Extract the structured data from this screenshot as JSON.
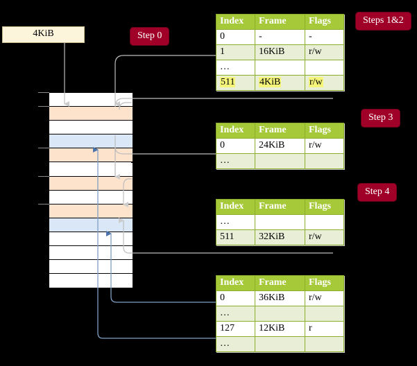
{
  "diagram": {
    "title_hidden": "",
    "source_box": {
      "label": "4KiB"
    },
    "badges": [
      {
        "name": "step-0",
        "label": "Step 0"
      },
      {
        "name": "steps-1-2",
        "label": "Steps 1&2"
      },
      {
        "name": "step-3",
        "label": "Step 3"
      },
      {
        "name": "step-4",
        "label": "Step 4"
      }
    ],
    "tables": [
      {
        "name": "page-table-level-4",
        "columns": [
          "Index",
          "Frame",
          "Flags"
        ],
        "rows": [
          {
            "cells": [
              "0",
              "-",
              "-"
            ],
            "shade": "odd",
            "highlight": false
          },
          {
            "cells": [
              "1",
              "16KiB",
              "r/w"
            ],
            "shade": "even",
            "highlight": false
          },
          {
            "cells": [
              "…",
              "",
              ""
            ],
            "shade": "odd",
            "highlight": false
          },
          {
            "cells": [
              "511",
              "4KiB",
              "r/w"
            ],
            "shade": "even",
            "highlight": true
          }
        ]
      },
      {
        "name": "page-table-level-3",
        "columns": [
          "Index",
          "Frame",
          "Flags"
        ],
        "rows": [
          {
            "cells": [
              "0",
              "24KiB",
              "r/w"
            ],
            "shade": "odd",
            "highlight": false
          },
          {
            "cells": [
              "…",
              "",
              ""
            ],
            "shade": "even",
            "highlight": false
          }
        ]
      },
      {
        "name": "page-table-level-2",
        "columns": [
          "Index",
          "Frame",
          "Flags"
        ],
        "rows": [
          {
            "cells": [
              "…",
              "",
              ""
            ],
            "shade": "odd",
            "highlight": false
          },
          {
            "cells": [
              "511",
              "32KiB",
              "r/w"
            ],
            "shade": "even",
            "highlight": false
          }
        ]
      },
      {
        "name": "page-table-level-1",
        "columns": [
          "Index",
          "Frame",
          "Flags"
        ],
        "rows": [
          {
            "cells": [
              "0",
              "36KiB",
              "r/w"
            ],
            "shade": "odd",
            "highlight": false
          },
          {
            "cells": [
              "…",
              "",
              ""
            ],
            "shade": "even",
            "highlight": false
          },
          {
            "cells": [
              "127",
              "12KiB",
              "r"
            ],
            "shade": "odd",
            "highlight": false
          },
          {
            "cells": [
              "…",
              "",
              ""
            ],
            "shade": "even",
            "highlight": false
          }
        ]
      }
    ],
    "memory_column": {
      "name": "physical-memory-column",
      "frames": [
        {
          "fill": "white",
          "stub": true
        },
        {
          "fill": "orange",
          "stub": true
        },
        {
          "fill": "white",
          "stub": false
        },
        {
          "fill": "blue",
          "stub": false
        },
        {
          "fill": "orange",
          "stub": true
        },
        {
          "fill": "white",
          "stub": false
        },
        {
          "fill": "orange",
          "stub": true
        },
        {
          "fill": "white",
          "stub": false
        },
        {
          "fill": "orange",
          "stub": true
        },
        {
          "fill": "blue",
          "stub": false
        },
        {
          "fill": "white",
          "stub": false
        },
        {
          "fill": "white",
          "stub": false
        },
        {
          "fill": "white",
          "stub": false
        },
        {
          "fill": "white",
          "stub": false
        }
      ]
    },
    "colors": {
      "background": "#000000",
      "badge": "#a00028",
      "table_header": "#a6c939",
      "table_row_alt": "#e9eed6",
      "highlight": "#f5f57a",
      "frame_orange": "#fde2cc",
      "frame_blue": "#d9e7f7",
      "wire_gray": "#b8b8b8",
      "wire_blue": "#5b82b5",
      "source_box": "#fdf4dc"
    }
  }
}
